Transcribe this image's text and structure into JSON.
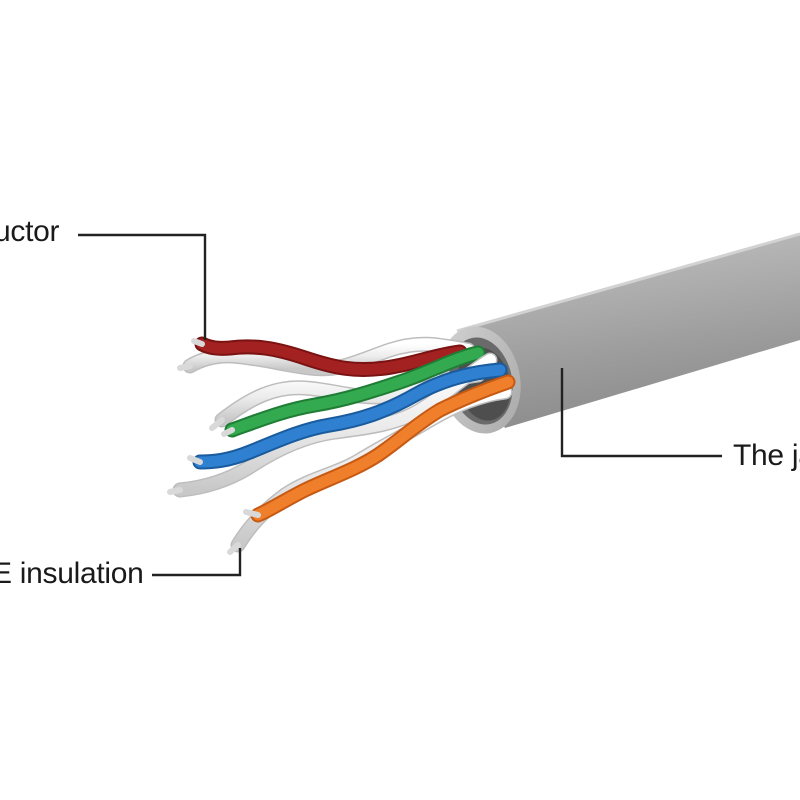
{
  "labels": {
    "conductor": "uctor",
    "insulation": "E insulation",
    "jacket": "The ja"
  },
  "colors": {
    "jacket": "#a3a3a3",
    "red_wire": "#9b1e1e",
    "green_wire": "#2fa24a",
    "blue_wire": "#2e7ccb",
    "orange_wire": "#ee7a2a",
    "white_wire": "#eeeeee",
    "leader_line": "#222222"
  }
}
